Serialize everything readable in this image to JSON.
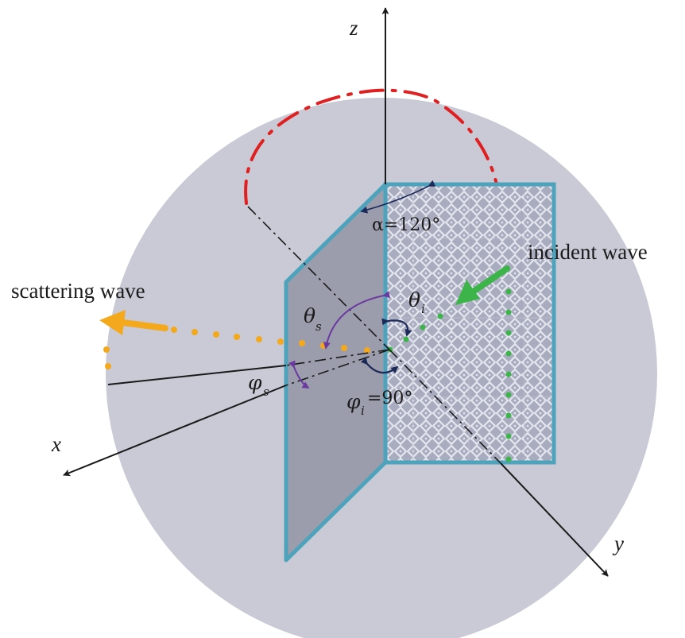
{
  "labels": {
    "z_axis": "z",
    "x_axis": "x",
    "y_axis": "y",
    "alpha": "α=120°",
    "incident_wave": "incident wave",
    "scattering_wave": "scattering wave",
    "theta_s_symbol": "θ",
    "theta_s_sub": "s",
    "theta_i_symbol": "θ",
    "theta_i_sub": "i",
    "phi_s_symbol": "φ",
    "phi_s_sub": "s",
    "phi_i_symbol": "φ",
    "phi_i_sub": "i",
    "phi_i_value": "=90°"
  },
  "colors": {
    "sphere": "#c9cad6",
    "right_plate": "#a9acbf",
    "left_plate": "#9c9dac",
    "plate_border": "#4da3bb",
    "red_arc": "#e02020",
    "orange_wave": "#f4a81c",
    "green_wave": "#3cb44a",
    "angle_arrow": "#1c2a5a",
    "theta_s_arrow": "#6a3aa0",
    "axis": "#1a1a1a"
  },
  "icons": {
    "incident_arrow": "green-arrow-icon",
    "scattering_arrow": "orange-arrow-icon"
  }
}
